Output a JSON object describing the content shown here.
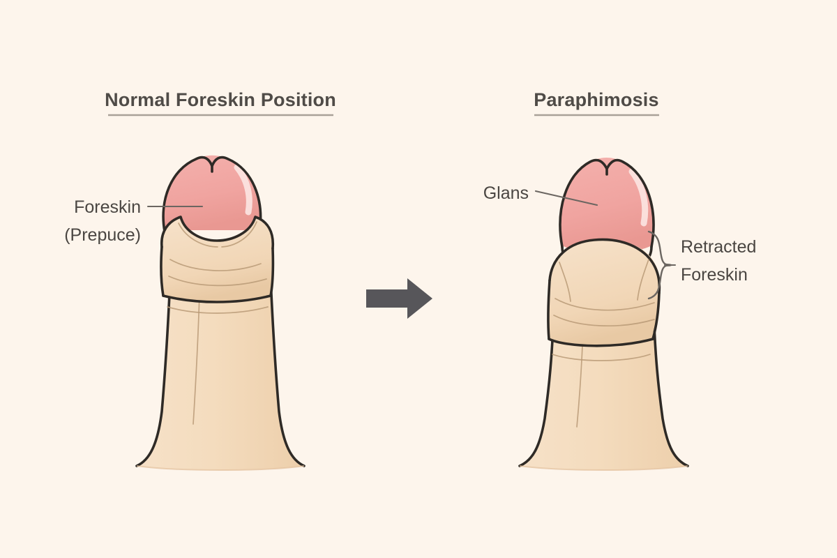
{
  "figure": {
    "kind": "medical-illustration",
    "topic": "Foreskin position comparison diagram",
    "background_color": "#FDF5EC",
    "text_color": "#4A4642",
    "rule_color": "#A9A198",
    "outline_color": "#2E2A26",
    "glans_color": "#F2A9A5",
    "glans_shadow_color": "#E8958F",
    "skin_color": "#F4DCBE",
    "skin_shadow_color": "#E9C8A2",
    "wrinkle_color": "#B99A77",
    "arrow_color": "#57565A",
    "highlight_color": "#FCE6E2"
  },
  "panels": [
    {
      "id": "normal",
      "title": "Normal Foreskin Position",
      "annotations": [
        {
          "id": "foreskin",
          "line1": "Foreskin",
          "line2": "(Prepuce)"
        }
      ]
    },
    {
      "id": "paraphimosis",
      "title": "Paraphimosis",
      "annotations": [
        {
          "id": "glans",
          "line1": "Glans",
          "line2": ""
        },
        {
          "id": "retracted-foreskin",
          "line1": "Retracted",
          "line2": "Foreskin"
        }
      ]
    }
  ],
  "transition": {
    "icon": "right-arrow-icon",
    "color": "#57565A"
  }
}
